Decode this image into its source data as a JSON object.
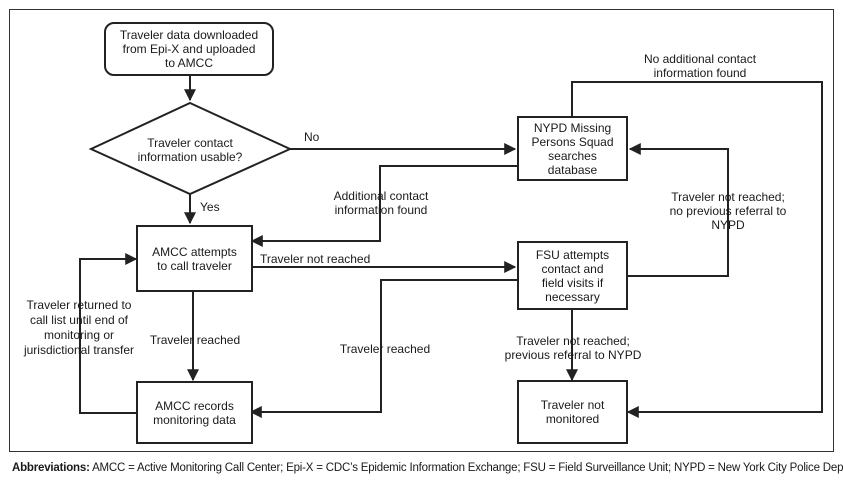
{
  "nodes": {
    "start": "Traveler data downloaded from Epi-X and uploaded to AMCC",
    "decision": "Traveler contact information usable?",
    "nypd": "NYPD Missing Persons Squad searches database",
    "amcc_call": "AMCC attempts to call traveler",
    "fsu": "FSU attempts contact and field visits if necessary",
    "amcc_records": "AMCC records monitoring data",
    "not_monitored": "Traveler not monitored"
  },
  "edge_labels": {
    "no": "No",
    "yes": "Yes",
    "no_additional": "No additional contact information found",
    "additional_found": "Additional contact information found",
    "not_reached_no_referral": "Traveler not reached; no previous referral to NYPD",
    "not_reached_fsu": "Traveler not reached",
    "returned": "Traveler returned to call list until end of monitoring or jurisdictional transfer",
    "reached_left": "Traveler reached",
    "reached_right": "Traveler reached",
    "not_reached_referral": "Traveler not reached; previous referral to NYPD"
  },
  "footnote": {
    "label": "Abbreviations:",
    "text": " AMCC = Active Monitoring Call Center; Epi-X = CDC’s Epidemic Information Exchange; FSU = Field Surveillance Unit; NYPD = New York City Police Department."
  }
}
